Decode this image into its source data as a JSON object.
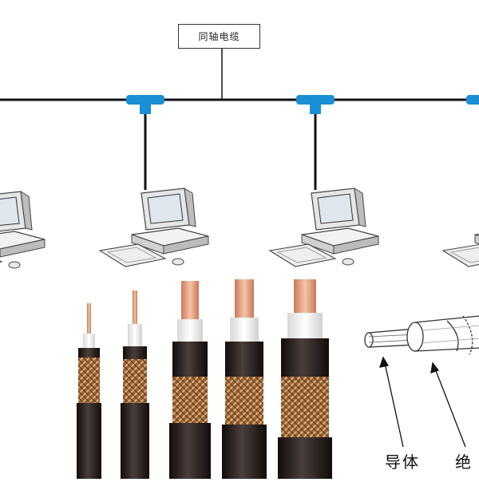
{
  "network": {
    "bus_label": "同轴电缆",
    "bus_color": "#111111",
    "connector_color": "#1a8fd6",
    "computer_icon": "desktop-computer-icon"
  },
  "cable_photos": {
    "jacket_color": "#2a2220",
    "braid_color": "#b07a4a",
    "dielectric_color": "#f4f4f4",
    "core_color": "#d89a78",
    "count": 5
  },
  "cross_section": {
    "labels": {
      "conductor": "导体",
      "insulation_partial": "绝"
    }
  }
}
